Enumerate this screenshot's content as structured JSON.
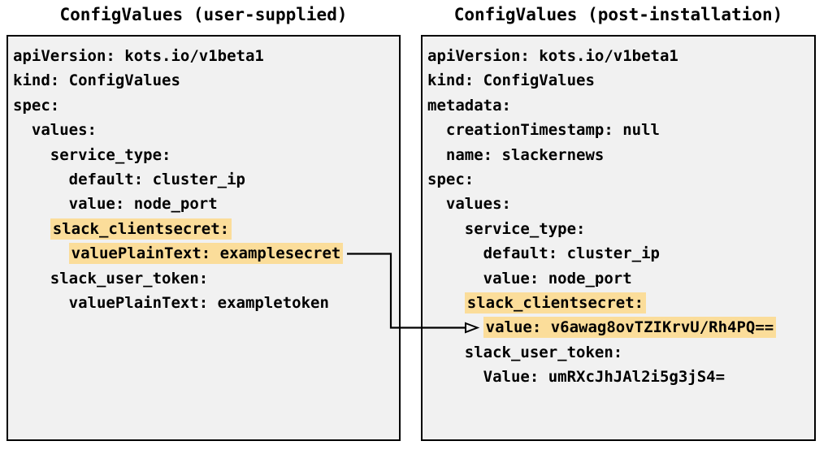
{
  "left_panel": {
    "title": "ConfigValues (user-supplied)",
    "lines": [
      {
        "text": "apiVersion: kots.io/v1beta1",
        "highlight": false
      },
      {
        "text": "kind: ConfigValues",
        "highlight": false
      },
      {
        "text": "spec:",
        "highlight": false
      },
      {
        "text": "  values:",
        "highlight": false
      },
      {
        "text": "    service_type:",
        "highlight": false
      },
      {
        "text": "      default: cluster_ip",
        "highlight": false
      },
      {
        "text": "      value: node_port",
        "highlight": false
      },
      {
        "text": "    slack_clientsecret:",
        "highlight": true
      },
      {
        "text": "      valuePlainText: examplesecret",
        "highlight": true
      },
      {
        "text": "    slack_user_token:",
        "highlight": false
      },
      {
        "text": "      valuePlainText: exampletoken",
        "highlight": false
      }
    ]
  },
  "right_panel": {
    "title": "ConfigValues (post-installation)",
    "lines": [
      {
        "text": "apiVersion: kots.io/v1beta1",
        "highlight": false
      },
      {
        "text": "kind: ConfigValues",
        "highlight": false
      },
      {
        "text": "metadata:",
        "highlight": false
      },
      {
        "text": "  creationTimestamp: null",
        "highlight": false
      },
      {
        "text": "  name: slackernews",
        "highlight": false
      },
      {
        "text": "spec:",
        "highlight": false
      },
      {
        "text": "  values:",
        "highlight": false
      },
      {
        "text": "    service_type:",
        "highlight": false
      },
      {
        "text": "      default: cluster_ip",
        "highlight": false
      },
      {
        "text": "      value: node_port",
        "highlight": false
      },
      {
        "text": "    slack_clientsecret:",
        "highlight": true
      },
      {
        "text": "      value: v6awag8ovTZIKrvU/Rh4PQ==",
        "highlight": true
      },
      {
        "text": "    slack_user_token:",
        "highlight": false
      },
      {
        "text": "      Value: umRXcJhJAl2i5g3jS4=",
        "highlight": false
      }
    ]
  },
  "arrow": {
    "from_text": "valuePlainText: examplesecret",
    "to_text": "value: v6awag8ovTZIKrvU/Rh4PQ=="
  },
  "colors": {
    "highlight": "#fbdd9a",
    "panel_background": "#f1f1f1",
    "panel_border": "#000000",
    "arrow": "#000000",
    "text": "#000000"
  }
}
